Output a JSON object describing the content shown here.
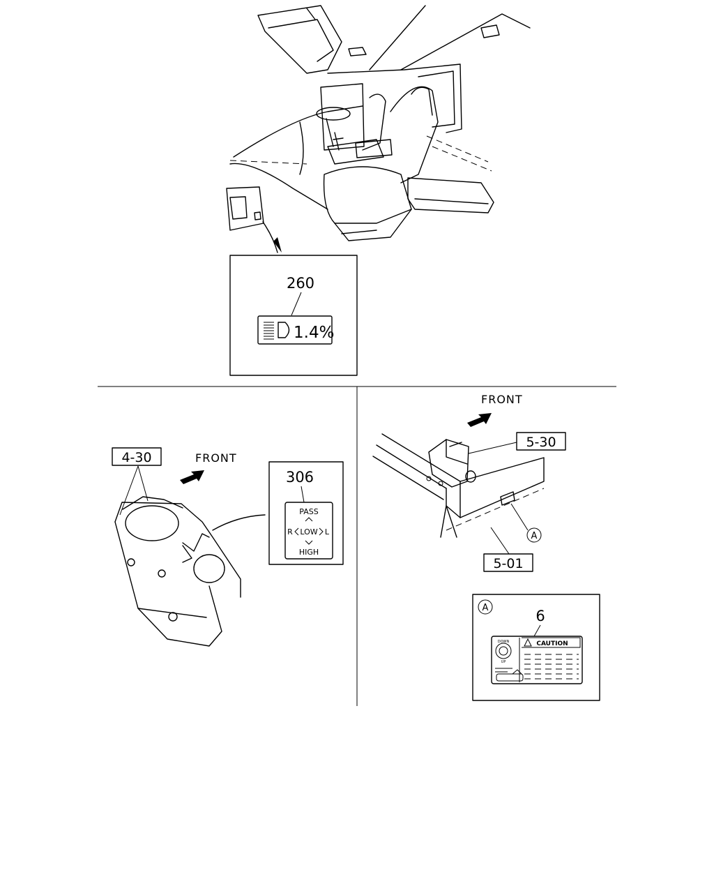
{
  "callouts": {
    "part_260": "260",
    "part_306": "306",
    "part_6": "6",
    "ref_4_30": "4-30",
    "ref_5_30": "5-30",
    "ref_5_01": "5-01",
    "marker_a": "A"
  },
  "labels": {
    "front_left": "FRONT",
    "front_right": "FRONT"
  },
  "headlamp_label": {
    "text": "1.4%"
  },
  "switch_label": {
    "top": "PASS",
    "middle_left": "R",
    "middle_center": "LOW",
    "middle_right": "L",
    "bottom": "HIGH"
  },
  "caution_label": {
    "heading": "CAUTION",
    "dial_top": "DOWN",
    "dial_bottom": "UP"
  },
  "colors": {
    "line": "#000000",
    "background": "#ffffff"
  }
}
